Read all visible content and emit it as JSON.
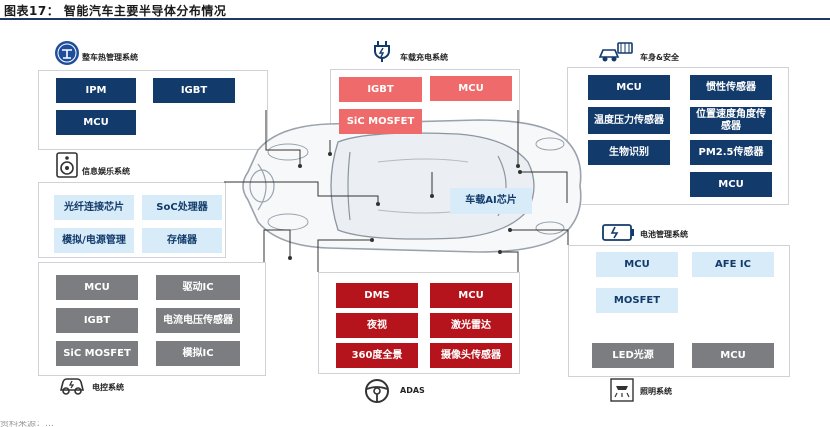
{
  "figure": {
    "title": "图表17：  智能汽车主要半导体分布情况",
    "footnote": "资料来源：…"
  },
  "sections": {
    "thermal": {
      "label": "整车热管理系统",
      "items": [
        "IPM",
        "IGBT",
        "MCU"
      ]
    },
    "charging": {
      "label": "车载充电系统",
      "items": [
        "IGBT",
        "MCU",
        "SiC MOSFET"
      ]
    },
    "body_safety": {
      "label": "车身&安全",
      "items": [
        "MCU",
        "惯性传感器",
        "温度压力传感器",
        "位置速度角度传感器",
        "生物识别",
        "PM2.5传感器",
        "MCU"
      ]
    },
    "infotainment": {
      "label": "信息娱乐系统",
      "items": [
        "光纤连接芯片",
        "SoC处理器",
        "模拟/电源管理",
        "存储器"
      ]
    },
    "ai_chip": {
      "label": "车载AI芯片"
    },
    "battery": {
      "label": "电池管理系统",
      "items": [
        "MCU",
        "AFE IC",
        "MOSFET"
      ]
    },
    "electric_control": {
      "label": "电控系统",
      "items": [
        "MCU",
        "驱动IC",
        "IGBT",
        "电流电压传感器",
        "SiC MOSFET",
        "模拟IC"
      ]
    },
    "adas": {
      "label": "ADAS",
      "items": [
        "DMS",
        "MCU",
        "夜视",
        "激光雷达",
        "360度全景",
        "摄像头传感器"
      ]
    },
    "lighting": {
      "label": "照明系统",
      "items": [
        "LED光源",
        "MCU"
      ]
    }
  },
  "colors": {
    "navy": "#123a6b",
    "light_blue": "#d7ecf8",
    "gray": "#7b7d80",
    "dark_red": "#b5141c",
    "pink": "#ef6a6a"
  }
}
